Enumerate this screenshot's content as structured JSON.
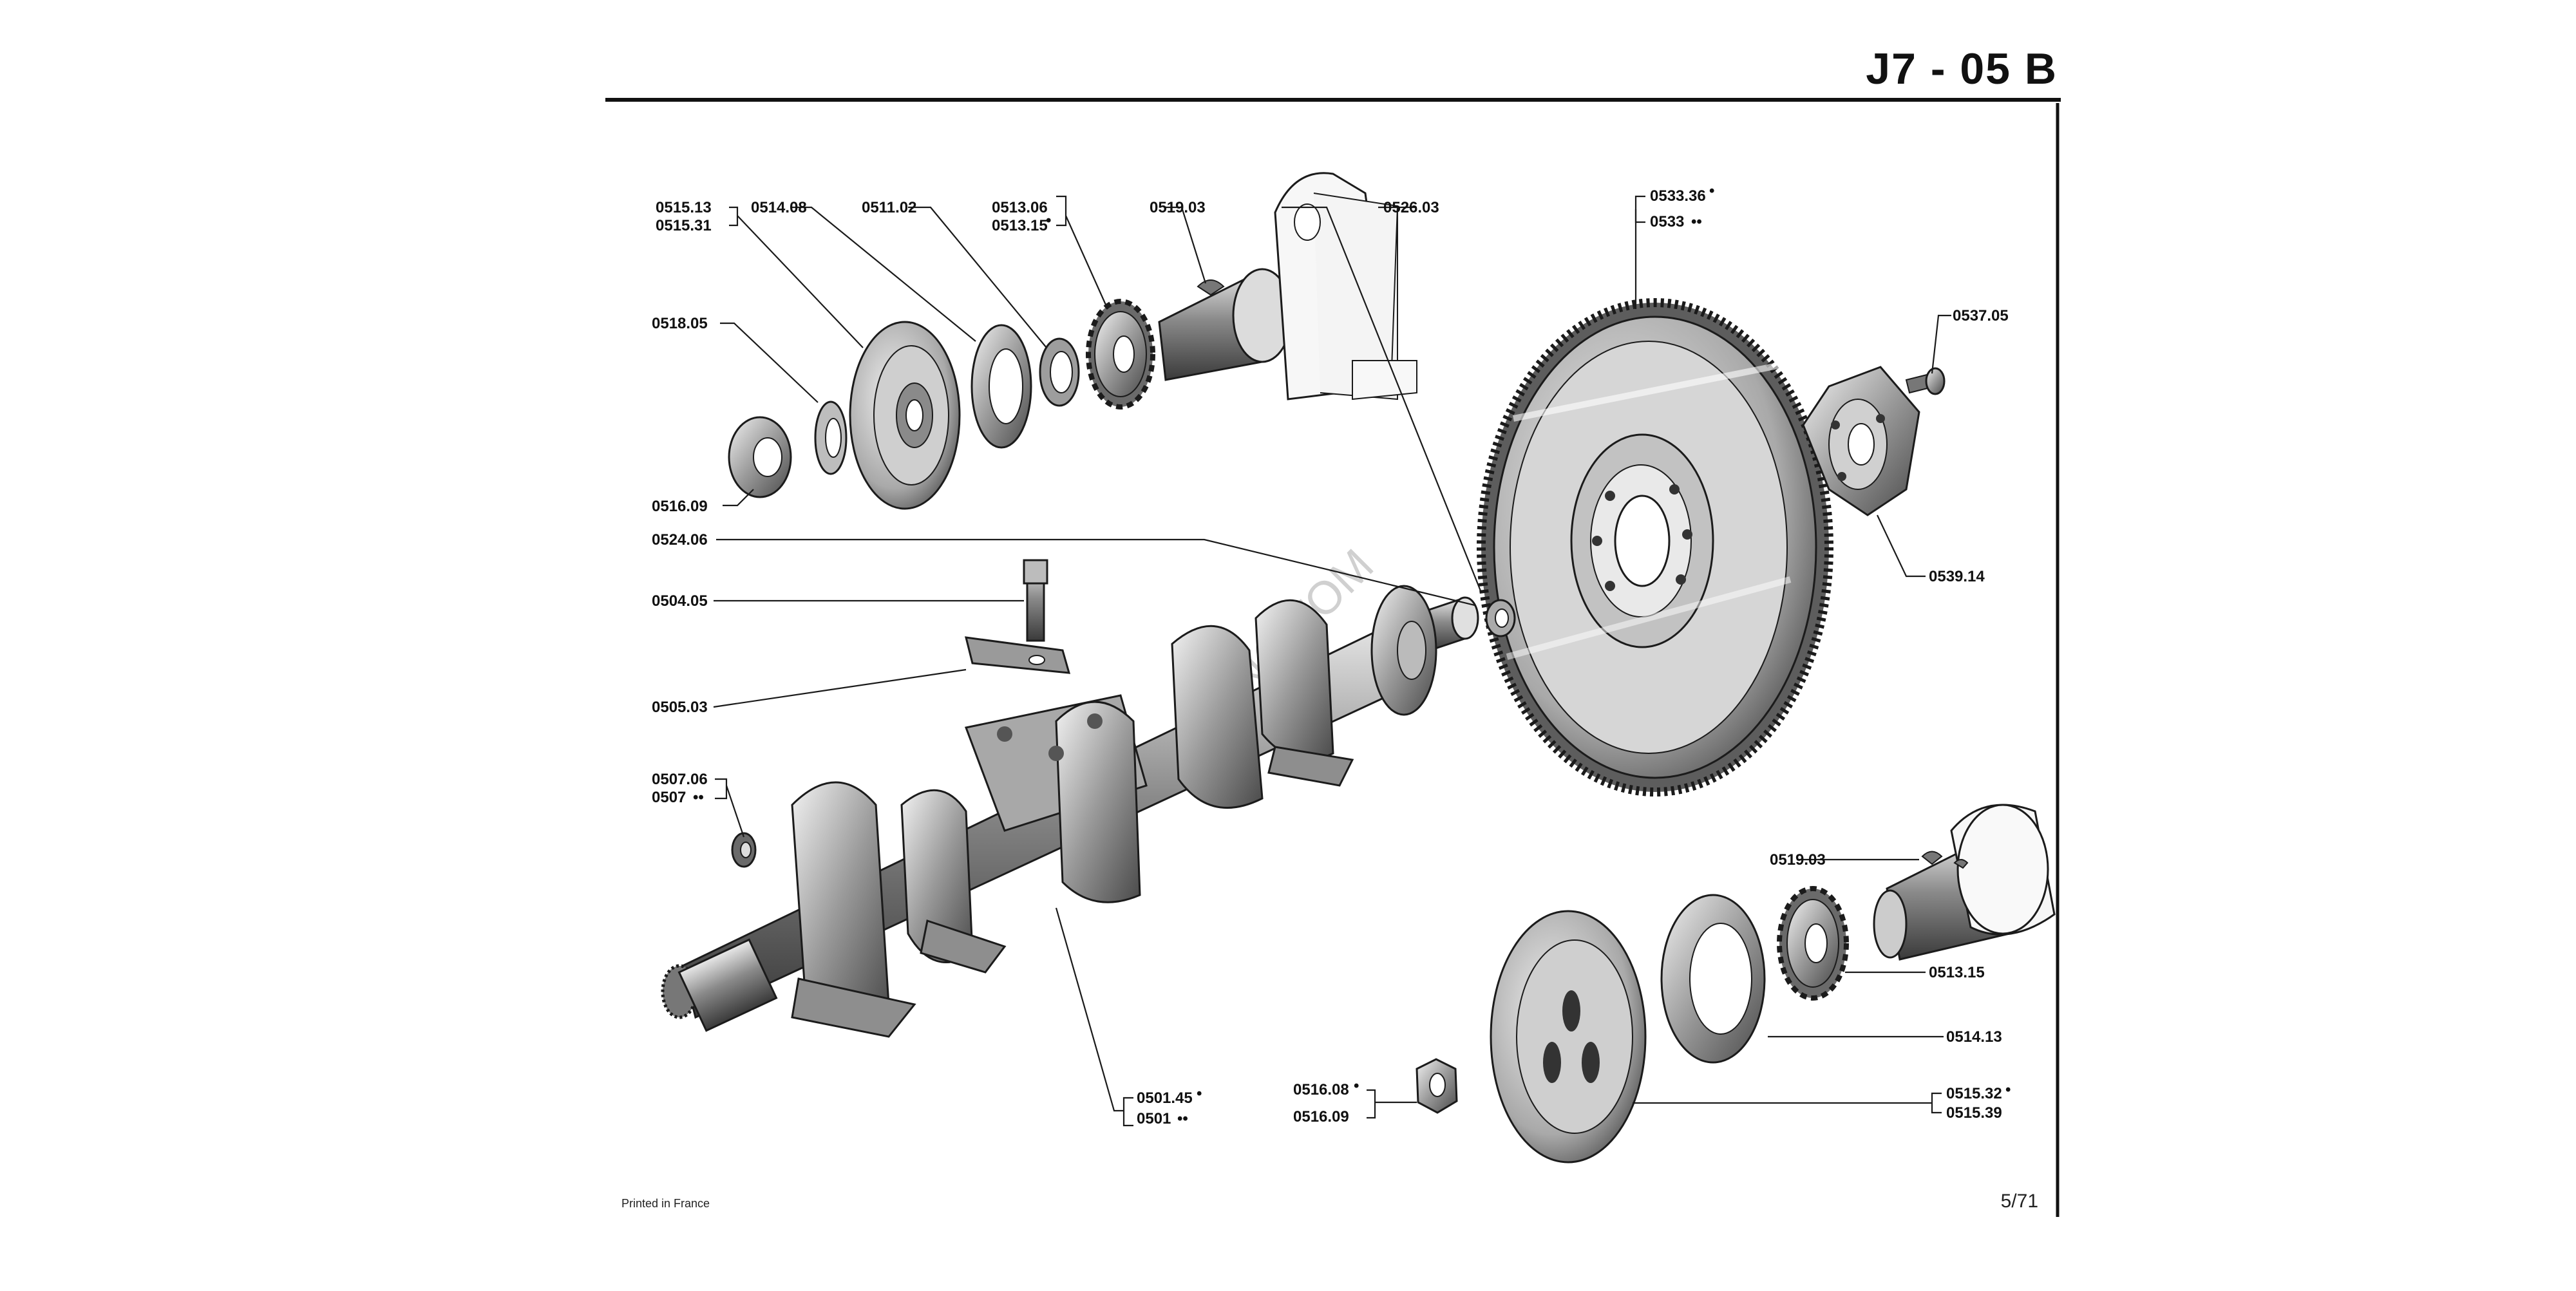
{
  "header": {
    "title": "J7 - 05 B"
  },
  "footer": {
    "printed": "Printed in France",
    "page": "5/71"
  },
  "watermark": "ANCITOM",
  "labels": {
    "p0515_13": "0515.13",
    "p0515_31": "0515.31",
    "p0514_08": "0514.08",
    "p0511_02": "0511.02",
    "p0513_06": "0513.06",
    "p0513_15_top": "0513.15",
    "p0519_03_top": "0519.03",
    "p0526_03": "0526.03",
    "p0518_05": "0518.05",
    "p0516_09_left": "0516.09",
    "p0524_06": "0524.06",
    "p0504_05": "0504.05",
    "p0505_03": "0505.03",
    "p0507_06": "0507.06",
    "p0507": "0507",
    "p0533_36": "0533.36",
    "p0533": "0533",
    "p0537_05": "0537.05",
    "p0539_14": "0539.14",
    "p0519_03_bottom": "0519.03",
    "p0513_15_bottom": "0513.15",
    "p0514_13": "0514.13",
    "p0515_32": "0515.32",
    "p0515_39": "0515.39",
    "p0516_08": "0516.08",
    "p0516_09_bottom": "0516.09",
    "p0501_45": "0501.45",
    "p0501": "0501"
  },
  "markers": {
    "one": "•",
    "two": "••"
  }
}
